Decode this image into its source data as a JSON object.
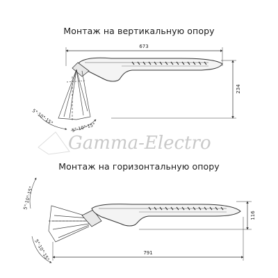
{
  "headings": {
    "vertical": "Монтаж на вертикальную опору",
    "horizontal": "Монтаж на горизонтальную опору"
  },
  "watermark": "Gamma-Electro",
  "top_drawing": {
    "width_dim": "673",
    "height_dim": "234",
    "angle_left": "5°·10°·15°",
    "angle_right": "5°·10°·15°"
  },
  "bottom_drawing": {
    "width_dim": "791",
    "height_dim": "116",
    "angle_upper": "5°·10°·15°",
    "angle_lower": "5°·10°·15°"
  }
}
